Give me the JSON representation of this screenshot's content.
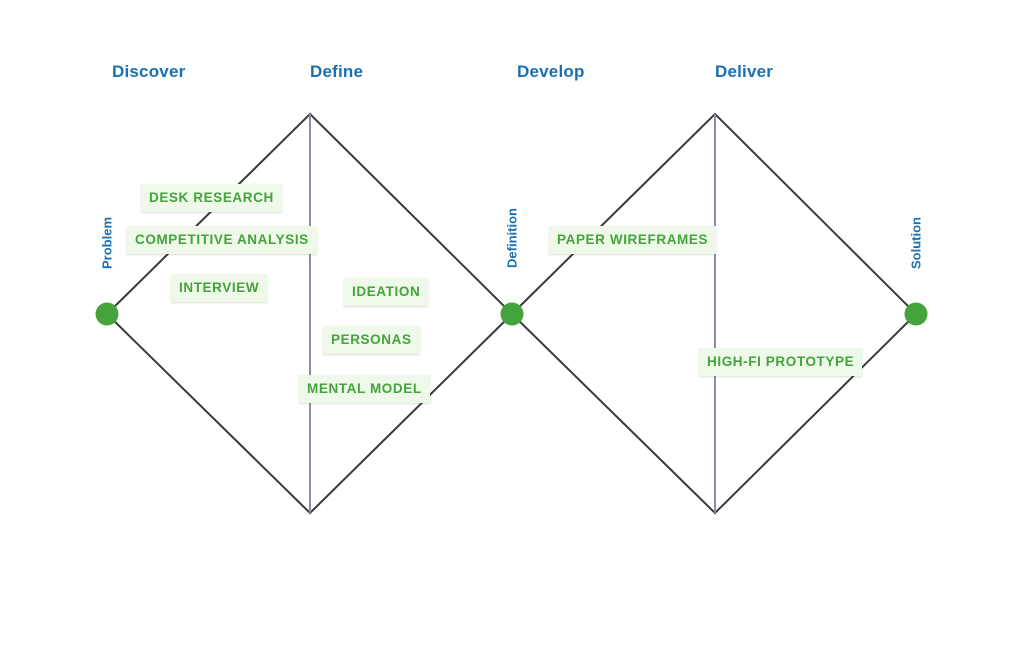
{
  "phases": {
    "discover": "Discover",
    "define": "Define",
    "develop": "Develop",
    "deliver": "Deliver"
  },
  "milestones": {
    "problem": "Problem",
    "definition": "Definition",
    "solution": "Solution"
  },
  "activities": {
    "desk_research": "DESK RESEARCH",
    "competitive_analysis": "COMPETITIVE ANALYSIS",
    "interview": "INTERVIEW",
    "ideation": "IDEATION",
    "personas": "PERSONAS",
    "mental_model": "MENTAL MODEL",
    "paper_wireframes": "PAPER WIREFRAMES",
    "high_fi_prototype": "HIGH-FI PROTOTYPE"
  },
  "colors": {
    "phase_text": "#1a70b3",
    "node_fill": "#44a33a",
    "tag_text": "#44a33a",
    "tag_bg": "#eff9ea",
    "diamond_stroke": "#3a3a3a",
    "divider_stroke": "#8f8aa8"
  }
}
